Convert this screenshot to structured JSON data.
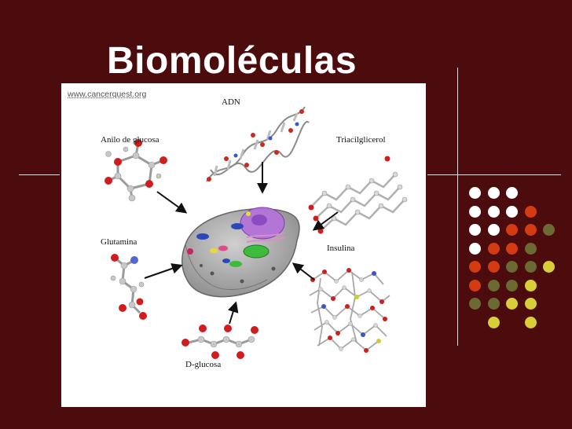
{
  "slide": {
    "title": "Biomoléculas"
  },
  "figure": {
    "source_url": "www.cancerquest.org",
    "labels": {
      "adn": "ADN",
      "anilo": "Anilo de glucosa",
      "triacil": "Triacilglicerol",
      "glutamina": "Glutamina",
      "insulina": "Insulina",
      "dglucosa": "D-glucosa"
    }
  },
  "colors": {
    "background": "#4c0c0e",
    "title": "#ffffff",
    "dot_palette": [
      "#ffffff",
      "#d33c12",
      "#6b6a32",
      "#d6cf3a"
    ]
  },
  "dot_grid": [
    [
      "white",
      "white",
      "white",
      null,
      null
    ],
    [
      "white",
      "white",
      "white",
      "orange",
      null
    ],
    [
      "white",
      "white",
      "orange",
      "orange",
      "olive"
    ],
    [
      "white",
      "orange",
      "orange",
      "olive",
      null
    ],
    [
      "orange",
      "orange",
      "olive",
      "olive",
      "yellow"
    ],
    [
      "orange",
      "olive",
      "olive",
      "yellow",
      null
    ],
    [
      "olive",
      "olive",
      "yellow",
      "yellow",
      null
    ],
    [
      null,
      "yellow",
      null,
      "yellow",
      null
    ]
  ]
}
